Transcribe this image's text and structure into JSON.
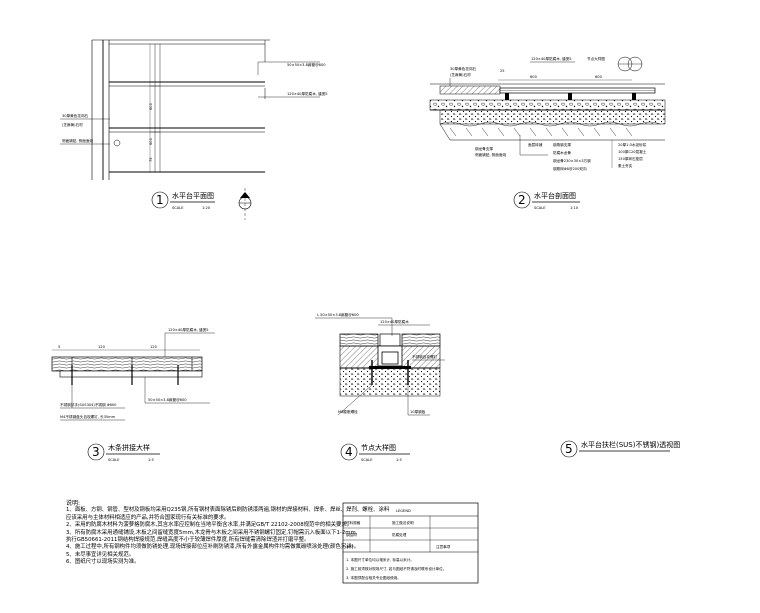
{
  "views": [
    {
      "num": "1",
      "title": "水平台平面图",
      "scale_label": "SCALE",
      "scale": "1:20"
    },
    {
      "num": "2",
      "title": "水平台剖面图",
      "scale_label": "SCALE",
      "scale": "1:10"
    },
    {
      "num": "3",
      "title": "木条拼接大样",
      "scale_label": "SCALE",
      "scale": "1:5"
    },
    {
      "num": "4",
      "title": "节点大样图",
      "scale_label": "SCALE",
      "scale": "1:5"
    },
    {
      "num": "5",
      "title": "水平台扶栏(SUS)不锈钢)透视图"
    }
  ],
  "plan": {
    "dims": [
      "600",
      "600",
      "75"
    ],
    "callouts": [
      "50×50×3.8扁管@600",
      "120×40厚防腐木, 缝宽5",
      "30厚黄色花岗石",
      "(芝麻黄)石材",
      "侧面铺贴, 侧面面烧"
    ]
  },
  "section": {
    "dims": [
      "25",
      "600",
      "600"
    ],
    "callouts": [
      "120×40厚防腐木, 缝宽5",
      "30厚黄色花岗石",
      "(芝麻黄)石材",
      "节点大样图",
      "钢龙骨支撑",
      "面层砖铺",
      "侧面铺贴, 侧面面烧",
      "钢角钢支撑",
      "防腐木龙骨",
      "钢龙骨230×30×3方钢",
      "钢筋网Φ8@200双向",
      "20厚1:3水泥砂浆",
      "100厚C20混凝土",
      "150厚碎石垫层",
      "素土夯实"
    ]
  },
  "wood": {
    "dims": [
      "5",
      "120",
      "120"
    ],
    "callouts": [
      "120×40厚防腐木, 缝宽5",
      "50×50×3.8扁管@600",
      "不锈钢扶手(SUS304)不锈钢 Φ600",
      "M4不锈钢盘头自攻螺钉, 长35mm"
    ]
  },
  "node": {
    "callouts": [
      "L 50×50×3.8扁管@600",
      "120×40厚防腐木",
      "不锈钢自攻螺钉",
      "M8膨胀螺栓",
      "10厚钢板"
    ]
  },
  "notes": {
    "heading": "说明:",
    "items": [
      "1、面板、方钢、钢管、型材及钢板均采用Q235钢,所有钢材表面除锈后刷防锈漆两遍,钢材的焊接材料、焊条、焊丝、焊剂、螺栓、涂料",
      "应该采用与主体材料相适应的产品,并符合国家现行有关标准的要求。",
      "2、采用的防腐木材料为菠萝格防腐木,其含水率应控制在当地平衡含水率,并满足GB/T 22102-2008规范中的相关要求。",
      "3、所有防腐木采用通缝铺设,木板之间留缝宽度5mm,木龙骨与木板之间采用不锈钢螺钉固定,钉帽需沉入板面以下1-2mm,",
      "执行GB50661-2011钢结构焊接规范,焊缝高度不小于较薄焊件厚度,所有焊缝需清除焊渣并打磨平整。",
      "4、施工过程中,所有钢构件均须做防锈处理,现场焊接部位应补刷防锈漆,所有外露金属构件均需做氟碳喷涂处理(颜色另详)。",
      "5、未尽事宜详见相关规范。",
      "6、图纸尺寸以现场实测为准。"
    ]
  },
  "titleblock": {
    "header": "LEGEND",
    "rows": [
      "材料规格",
      "施工做法说明",
      "钢结构",
      "防腐处理",
      "木材",
      "注意事项"
    ],
    "notes": [
      "1. 本图尺寸单位均以毫米计, 标高以米计。",
      "2. 施工前须核对现场尺寸, 若与图纸不符请及时联系设计单位。",
      "3. 本图须配合相关专业图纸使用。"
    ]
  }
}
